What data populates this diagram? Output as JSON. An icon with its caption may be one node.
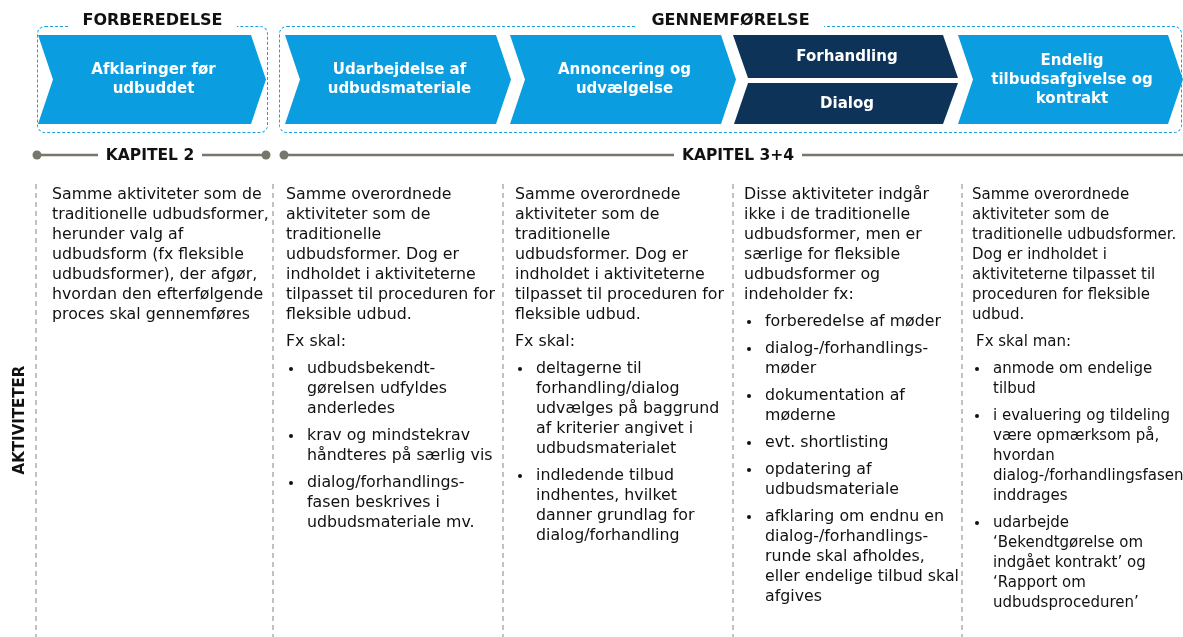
{
  "diagram": {
    "nodes": [
      {
        "text": [
          "FORBEREDELSE"
        ]
      },
      {
        "text": [
          "Afklaringer før udbuddet"
        ],
        "in": 0
      },
      {
        "text": [
          "GENNEMFØRELSE"
        ]
      },
      {
        "text": [
          "Udarbejdelse af udbudsmateriale"
        ],
        "in": 2
      },
      {
        "text": [
          "Annoncering og udvælgelse"
        ],
        "in": 2
      },
      {
        "text": [
          "Forhandling"
        ],
        "in": 2
      },
      {
        "text": [
          "Dialog"
        ],
        "in": 2
      },
      {
        "text": [
          "Endelig tilbudsafgivelse og kontrakt"
        ],
        "in": 2
      }
    ],
    "labels": [
      "KAPITEL 2",
      "KAPITEL 3+4",
      "AKTIVITETER",
      "Samme aktiviteter som de traditionelle udbudsformer, herunder valg af udbudsform (fx fleksible udbudsformer), der afgør, hvordan den efterfølgende proces skal gennemføres",
      "Samme overordnede aktiviteter som de traditionelle udbudsformer. Dog er indholdet i aktiviteterne tilpasset til proceduren for fleksible udbud.",
      "Fx skal:",
      "udbudsbekendt-gørelsen udfyldes anderledes",
      "krav og mindstekrav håndteres på særlig vis",
      "dialog/forhandlings-fasen beskrives i udbudsmateriale mv.",
      "Samme overordnede aktiviteter som de traditionelle udbudsformer. Dog er indholdet i aktiviteterne tilpasset til proceduren for fleksible udbud.",
      "Fx skal:",
      "deltagerne til forhandling/dialog udvælges på baggrund af kriterier angivet i udbudsmaterialet",
      "indledende tilbud indhentes, hvilket danner grundlag for dialog/forhandling",
      "Disse aktiviteter indgår ikke i de traditionelle udbudsformer, men er særlige for fleksible udbudsformer og indeholder fx:",
      "forberedelse af møder",
      "dialog-/forhandlings-møder",
      "dokumentation af møderne",
      "evt. shortlisting",
      "opdatering af udbudsmateriale",
      "afklaring om endnu en dialog-/forhandlings-runde skal afholdes, eller endelige tilbud skal afgives",
      "Samme overordnede aktiviteter som de traditionelle udbudsformer. Dog er indholdet i aktiviteterne tilpasset til proceduren for fleksible udbud.",
      "Fx skal man:",
      "anmode om endelige tilbud",
      "i evaluering og tildeling være opmærksom på, hvordan dialog-/forhandlingsfasen inddrages",
      "udarbejde ‘Bekendtgørelse om indgået kontrakt’ og ‘Rapport om udbudsproceduren’"
    ]
  }
}
